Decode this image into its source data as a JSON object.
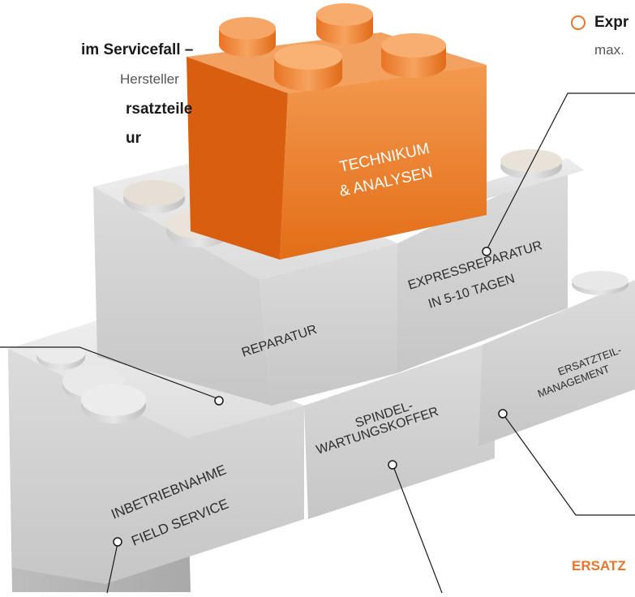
{
  "left_text": {
    "line1": "im Servicefall –",
    "line2": "Hersteller",
    "line3": "rsatzteile",
    "line4": "ur"
  },
  "right_text": {
    "bullet_bold": "Expr",
    "bullet_sub": "max.",
    "bottom_label": "ERSATZ"
  },
  "blocks": {
    "technikum_1": "TECHNIKUM",
    "technikum_2": "& ANALYSEN",
    "reparatur": "REPARATUR",
    "express_1": "EXPRESSREPARATUR",
    "express_2": "IN 5-10 TAGEN",
    "ersatzteil_1": "ERSATZTEIL-",
    "ersatzteil_2": "MANAGEMENT",
    "spindel_1": "SPINDEL-",
    "spindel_2": "WARTUNGSKOFFER",
    "inbetrieb_1": "INBETRIEBNAHME",
    "inbetrieb_2": "FIELD SERVICE"
  },
  "colors": {
    "orange": "#ee7f2d",
    "orange_label": "#e8752a",
    "grey_front": "#d4d4d4",
    "grey_top": "#e4e4e4"
  }
}
